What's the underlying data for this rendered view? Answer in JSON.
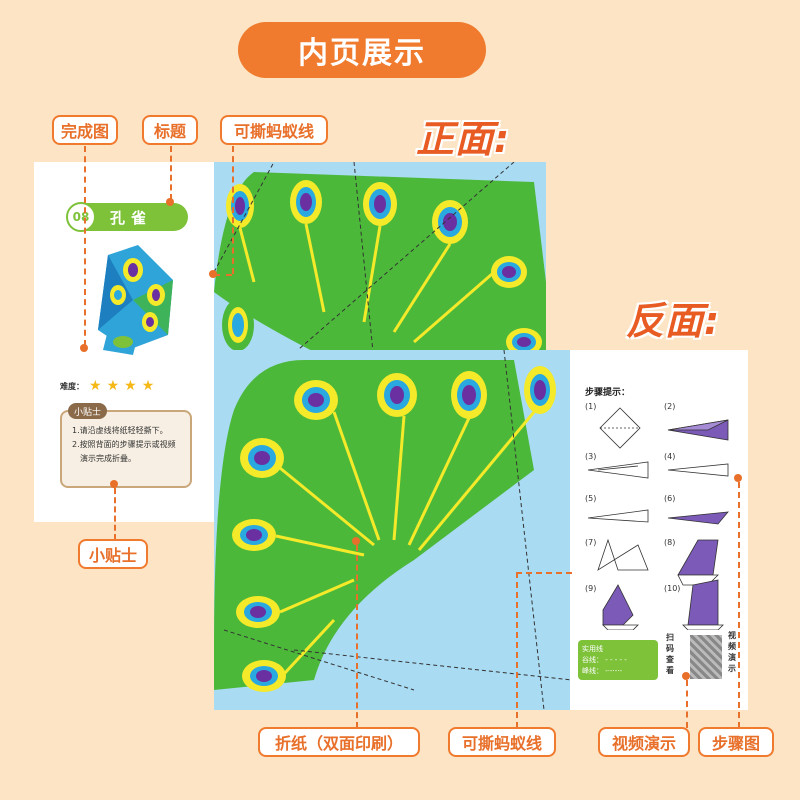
{
  "header": {
    "title": "内页展示"
  },
  "labels": {
    "front": "正面:",
    "back": "反面:"
  },
  "tags": {
    "finished_image": "完成图",
    "title": "标题",
    "tear_line_top": "可撕蚂蚁线",
    "tips": "小贴士",
    "origami": "折纸（双面印刷）",
    "tear_line_bottom": "可撕蚂蚁线",
    "video_demo": "视频演示",
    "step_diagram": "步骤图"
  },
  "card": {
    "number": "08",
    "name": "孔雀",
    "difficulty_label": "难度：",
    "difficulty_stars": 4,
    "tips_title": "小贴士",
    "tips": [
      "1.请沿虚线将纸轻轻撕下。",
      "2.按照背面的步骤提示或视频",
      "演示完成折叠。"
    ]
  },
  "back": {
    "steps_title": "步骤提示：",
    "step_numbers": [
      "(1)",
      "(2)",
      "(3)",
      "(4)",
      "(5)",
      "(6)",
      "(7)",
      "(8)",
      "(9)",
      "(10)"
    ],
    "legend_title": "实用线",
    "legend_valley": "谷线：",
    "legend_mountain": "峰线：",
    "scan_text": "扫码查看",
    "video_text": "视频演示"
  },
  "colors": {
    "accent": "#f07a2e",
    "bg": "#fce4c4",
    "green": "#4cb83a",
    "sky": "#a9dbf2",
    "feather_yellow": "#f4ea2a",
    "feather_blue": "#2aa8e0",
    "feather_purple": "#6a2fa0"
  }
}
